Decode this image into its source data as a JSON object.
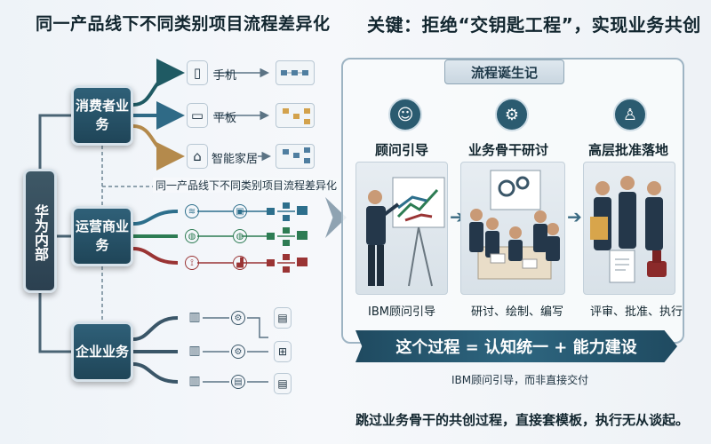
{
  "titles": {
    "left": "同一产品线下不同类别项目流程差异化",
    "right": "关键：拒绝“交钥匙工程”，实现业务共创"
  },
  "hierarchy": {
    "root": "华为内部",
    "consumer": "消费者业务",
    "operator": "运营商业务",
    "enterprise": "企业业务",
    "devices": {
      "phone": "手机",
      "tablet": "平板",
      "smart_home": "智能家居"
    },
    "mid_caption": "同一产品线下不同类别项目流程差异化"
  },
  "panel": {
    "tab": "流程诞生记",
    "stages": [
      {
        "title": "顾问引导",
        "sub": "IBM顾问引导"
      },
      {
        "title": "业务骨干研讨",
        "sub": "研讨、绘制、编写"
      },
      {
        "title": "高层批准落地",
        "sub": "评审、批准、执行"
      }
    ],
    "banner": "这个过程 = 认知统一 + 能力建设",
    "note": "IBM顾问引导，而非直接交付"
  },
  "bottom_text": "跳过业务骨干的共创过程，直接套模板，执行无从谈起。",
  "colors": {
    "consumer_branch_1": "#1f5a63",
    "consumer_branch_2": "#2f6a86",
    "consumer_branch_3": "#b48a4c",
    "operator_row_1": "#2d6f8c",
    "operator_row_2": "#2d7c53",
    "operator_row_3": "#9a3434",
    "enterprise_row": "#3a5668"
  },
  "icons": {
    "phone": "smartphone-icon",
    "tablet": "tablet-icon",
    "smart_home": "house-icon",
    "stage_1": "people-icon",
    "stage_2": "gears-icon",
    "stage_3": "person-with-check-icon"
  }
}
